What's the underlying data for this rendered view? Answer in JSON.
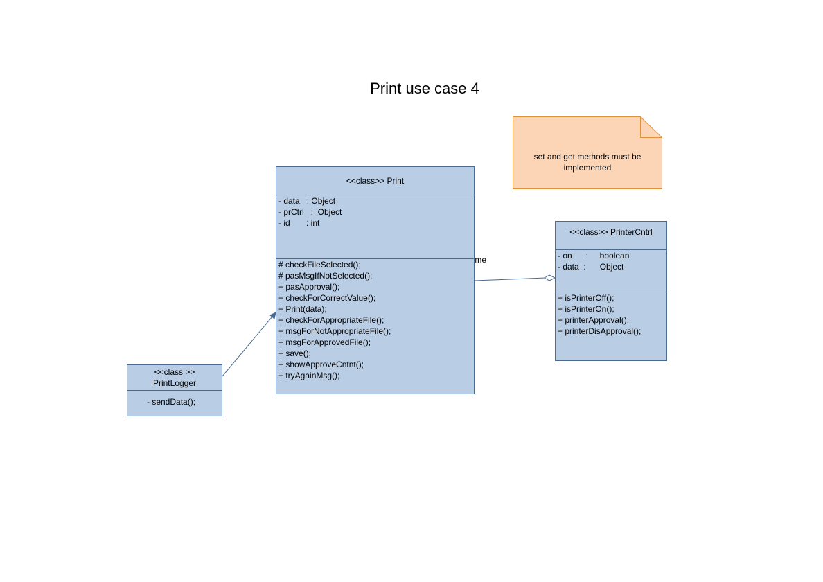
{
  "title": "Print use case 4",
  "note": {
    "line1": "set and get methods must be",
    "line2": "implemented"
  },
  "classes": {
    "print": {
      "header": "<<class>> Print",
      "attributes": [
        "- data   : Object",
        "- prCtrl   :  Object",
        "- id       : int"
      ],
      "operations": [
        "# checkFileSelected();",
        "# pasMsgIfNotSelected();",
        "+ pasApproval();",
        "+ checkForCorrectValue();",
        "+ Print(data);",
        "+ checkForAppropriateFile();",
        "+ msgForNotAppropriateFile();",
        "+ msgForApprovedFile();",
        "+ save();",
        "+ showApproveCntnt();",
        "+ tryAgainMsg();"
      ]
    },
    "printercntrl": {
      "header": "<<class>> PrinterCntrl",
      "attributes": [
        "- on      :     boolean",
        "- data  :      Object"
      ],
      "operations": [
        "+ isPrinterOff();",
        "+ isPrinterOn();",
        "+ printerApproval();",
        "+ printerDisApproval();"
      ]
    },
    "printlogger": {
      "header_line1": "<<class >>",
      "header_line2": "PrintLogger",
      "operations": [
        "- sendData();"
      ]
    }
  },
  "association_label": "Name",
  "colors": {
    "class_fill": "#b9cde5",
    "class_border": "#4a6a8f",
    "note_fill": "#fbd5b5",
    "note_border": "#e2913a",
    "connector": "#4a6a8f"
  }
}
